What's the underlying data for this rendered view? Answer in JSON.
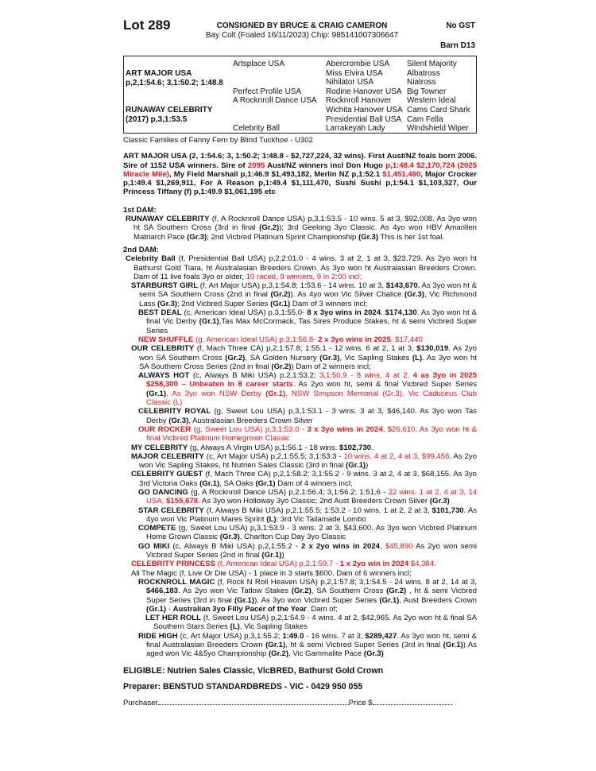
{
  "header": {
    "lot": "Lot 289",
    "consigned": "CONSIGNED BY BRUCE & CRAIG CAMERON",
    "gst": "No GST",
    "chip_line": "Bay Colt (Foaled 16/11/2023) Chip: 985141007306647",
    "barn": "Barn D13"
  },
  "pedigree": {
    "sire": "ART MAJOR USA",
    "sire_record": "p,2,1:54.6; 3,1:50.2; 1:48.8",
    "dam": "RUNAWAY CELEBRITY",
    "dam_record": "(2017) p,3,1:53.5",
    "gen2": [
      "Artsplace USA",
      "Perfect Profile USA",
      "A Rocknroll Dance USA",
      "Celebrity Ball"
    ],
    "gen3": [
      "Abercrombie USA",
      "Miss Elvira USA",
      "Nihilator USA",
      "Rodine Hanover USA",
      "Rocknroll Hanover",
      "Wichita Hanover USA",
      "Presidential Ball USA",
      "Larrakeyah Lady"
    ],
    "gen4": [
      "Silent Majority",
      "Albatross",
      "Niatross",
      "Big Towner",
      "Western Ideal",
      "Cams Card Shark",
      "Cam Fella",
      "Windshield Wiper"
    ]
  },
  "family": "Classic Families of Fanny Fern by Blind Tuckhoe - U302",
  "sire_para": {
    "lvl": -1,
    "segs": [
      [
        "ART MAJOR USA (2, 1:54.6; 3, 1:50.2; 1:48.8 - $2,727,224, 32 wins). First Aust/NZ foals born 2006. Sire of 1152 USA winners. Sire of ",
        "b"
      ],
      [
        "2095",
        "br"
      ],
      [
        " Aust/NZ winners incl Don Hugo ",
        "b"
      ],
      [
        "p,1:48.4 $2,170,724 (2025 Miracle Mile)",
        "br"
      ],
      [
        ", My Field Marshall p,1:46.9 $1,493,182, Merlin NZ p,1:52.1 ",
        "b"
      ],
      [
        "$1,451,460",
        "br"
      ],
      [
        ", Major Crocker p,1:49.4 $1,269,911, For A Reason p,1:49.4 $1,111,470, Sushi Sushi p,1:54.1 $1,103,327, Our Princess Tiffany (f) p,1:49.9 $1,061,195 etc",
        "b"
      ]
    ]
  },
  "first_dam": {
    "heading": "1st DAM:",
    "entries": [
      {
        "lvl": 0,
        "segs": [
          [
            "RUNAWAY CELEBRITY",
            "b"
          ],
          [
            " (f, A Rocknroll Dance USA) p,3,1:53.5 - 10 wins. 5 at 3, $92,008. As 3yo won ht SA Southern Cross (3rd in final ",
            ""
          ],
          [
            "(Gr.2)",
            "b"
          ],
          [
            "); 3rd Geelong 3yo Classic. As 4yo won HBV Amarillen Matriarch Pace ",
            ""
          ],
          [
            "(Gr.3)",
            "b"
          ],
          [
            "; 2nd Vicbred Platinum Sprint Championship ",
            ""
          ],
          [
            "(Gr.3)",
            "b"
          ],
          [
            " This is her 1st foal.",
            ""
          ]
        ]
      }
    ]
  },
  "second_dam": {
    "heading": "2nd DAM:",
    "entries": [
      {
        "lvl": 0,
        "segs": [
          [
            "Celebrity Ball",
            "b"
          ],
          [
            " (f, Presidential Ball USA) p,2,2:01.0 - 4 wins. 3 at 2, 1 at 3, $23,729. As 2yo won ht Bathurst Gold Tiara, ht Australasian Breeders Crown. As 3yo won ht Australasian Breeders Crown. Dam of 11 live foals 3yo or older, ",
            ""
          ],
          [
            "10 raced, 9 winners, 9 in 2:00 incl;",
            "r"
          ]
        ]
      },
      {
        "lvl": 1,
        "segs": [
          [
            "STARBURST GIRL",
            "b"
          ],
          [
            " (f, Art Major USA) p,3,1:54.8; 1:53.6 - 14 wins. 10 at 3, ",
            ""
          ],
          [
            "$143,670.",
            "b"
          ],
          [
            " As 3yo won ht & semi SA Southern Cross (2nd in final ",
            ""
          ],
          [
            "(Gr.2)",
            "b"
          ],
          [
            "). As 4yo won Vic Silver Chalice ",
            ""
          ],
          [
            "(Gr.3)",
            "b"
          ],
          [
            ", Vic Richmond Lass ",
            ""
          ],
          [
            "(Gr.3)",
            "b"
          ],
          [
            "; 2nd Vicbred Super Series ",
            ""
          ],
          [
            "(Gr.1)",
            "b"
          ],
          [
            "  Dam of 3 winners incl;",
            ""
          ]
        ]
      },
      {
        "lvl": 2,
        "segs": [
          [
            "BEST DEAL",
            "b"
          ],
          [
            " (c, American Ideal USA) p,3,1:55.0- ",
            ""
          ],
          [
            "8 x 3yo wins in 2024",
            "b"
          ],
          [
            ". ",
            ""
          ],
          [
            "$174,130",
            "b"
          ],
          [
            ". As 3yo won ht & final Vic Derby ",
            ""
          ],
          [
            "(Gr.1)",
            "b"
          ],
          [
            ",Tas Max McCormack, Tas Sires Produce Stakes, ht & semi Vicbred Super Series",
            ""
          ]
        ]
      },
      {
        "lvl": 2,
        "segs": [
          [
            "NEW SHUFFLE",
            "br"
          ],
          [
            " (g, American Ideal USA) p,3,1:56.8- ",
            "r"
          ],
          [
            "2 x 3yo wins in 2025",
            "br"
          ],
          [
            ". $17,440",
            "r"
          ]
        ]
      },
      {
        "lvl": 1,
        "segs": [
          [
            "OUR CELEBRITY",
            "b"
          ],
          [
            " (f, Mach Three CA) p,2,1:57.8; 1:55.1 - 12 wins. 6 at 2, 1 at 3, ",
            ""
          ],
          [
            "$130,019",
            "b"
          ],
          [
            ". As 2yo won SA Southern Cross ",
            ""
          ],
          [
            "(Gr.2)",
            "b"
          ],
          [
            ", SA Golden Nursery ",
            ""
          ],
          [
            "(Gr.3)",
            "b"
          ],
          [
            ", Vic Sapling Stakes ",
            ""
          ],
          [
            "(L)",
            "b"
          ],
          [
            ". As 3yo won ht SA Southern Cross Series (2nd in final ",
            ""
          ],
          [
            "(Gr.2)",
            "b"
          ],
          [
            ")  Dam of 2 winners incl;",
            ""
          ]
        ]
      },
      {
        "lvl": 2,
        "segs": [
          [
            "ALWAYS HOT",
            "b"
          ],
          [
            " (c, Always B Miki USA) p,2,1:53.2; ",
            ""
          ],
          [
            "3,1:50.9 - 8 wins, 4 at 2, ",
            "r"
          ],
          [
            "4 as 3yo in 2025 $258,300 – Unbeaten in 8 career starts",
            "br"
          ],
          [
            ". As 2yo won ht, semi & final Vicbred Super Series ",
            ""
          ],
          [
            "(Gr.1)",
            "b"
          ],
          [
            ". ",
            ""
          ],
          [
            "As 3yo won NSW Derby ",
            "r"
          ],
          [
            "(Gr.1)",
            "br"
          ],
          [
            ", NSW Simpson Memorial (Gr.3), Vic Caduceus Club Classic (L)",
            "r"
          ]
        ]
      },
      {
        "lvl": 2,
        "segs": [
          [
            "CELEBRITY ROYAL",
            "b"
          ],
          [
            " (g, Sweet Lou USA) p,3,1:53.1 - 3 wins. 3 at 3, $46,140. As 3yo won Tas Derby ",
            ""
          ],
          [
            "(Gr.3)",
            "b"
          ],
          [
            ", Australasian Breeders Crown Silver",
            ""
          ]
        ]
      },
      {
        "lvl": 2,
        "segs": [
          [
            "OUR ROCKER",
            "br"
          ],
          [
            " (g, Sweet Lou USA) p,3,1:53.0 - ",
            "r"
          ],
          [
            "3 x 3yo wins in 2024",
            "br"
          ],
          [
            ", $26,610. As 3yo won ht & final Vicbred Platinum Homegrown Classic",
            "r"
          ]
        ]
      },
      {
        "lvl": 1,
        "segs": [
          [
            "MY CELEBRITY",
            "b"
          ],
          [
            " (g, Always A Virgin USA) p,1:56.1 - 18 wins. ",
            ""
          ],
          [
            "$102,730",
            "b"
          ],
          [
            ".",
            ""
          ]
        ]
      },
      {
        "lvl": 1,
        "segs": [
          [
            "MAJOR CELEBRITY",
            "b"
          ],
          [
            " (c, Art Major USA) p,2,1:55.5; 3,1:53.3 - ",
            ""
          ],
          [
            "10 wins. 4 at 2, 4 at 3, $99,456",
            "r"
          ],
          [
            ". As 2yo won Vic Sapling Stakes, ht Nutrien Sales Classic (3rd in final ",
            ""
          ],
          [
            "(Gr.1)",
            "b"
          ],
          [
            ")",
            ""
          ]
        ]
      },
      {
        "lvl": 1,
        "segs": [
          [
            "CELEBRITY GUEST",
            "b"
          ],
          [
            " (f, Mach Three CA) p,2,1:58.2; 3,1:55.2 - 9 wins. 3 at 2, 4 at 3, $68,155. As 3yo 3rd Victoria Oaks ",
            ""
          ],
          [
            "(Gr.1)",
            "b"
          ],
          [
            ", SA Oaks ",
            ""
          ],
          [
            "(Gr.1)",
            "b"
          ],
          [
            "  Dam of 4 winners incl;",
            ""
          ]
        ]
      },
      {
        "lvl": 2,
        "segs": [
          [
            "GO DANCING",
            "b"
          ],
          [
            " (g, A Rocknroll Dance USA) p,2,1:56.4; 3,1:56.2; 1:51.6 - ",
            ""
          ],
          [
            "22 wins. 1 at 2, 4 at 3, 14 USA, ",
            "r"
          ],
          [
            "$155,678",
            "br"
          ],
          [
            ". As 3yo won Holloway 3yo Classic; 2nd Aust Breeders Crown Silver ",
            ""
          ],
          [
            "(Gr.3)",
            "b"
          ]
        ]
      },
      {
        "lvl": 2,
        "segs": [
          [
            "STAR CELEBRITY",
            "b"
          ],
          [
            " (f, Always B Miki USA) p,2,1:55.5; 1:53.2 - 10 wins. 1 at 2, 2 at 3, ",
            ""
          ],
          [
            "$101,730",
            "b"
          ],
          [
            ". As 4yo won Vic Platinum Mares Sprint ",
            ""
          ],
          [
            "(L)",
            "b"
          ],
          [
            "; 3rd Vic Tailamade Lombo",
            ""
          ]
        ]
      },
      {
        "lvl": 2,
        "segs": [
          [
            "COMPETE",
            "b"
          ],
          [
            " (g, Sweet Lou USA) p,3,1:53.9 - 3 wins. 2 at 3, $43,600. As 3yo won Vicbred Platinum Home Grown Classic ",
            ""
          ],
          [
            "(Gr.3)",
            "b"
          ],
          [
            ", Charlton Cup Day 3yo Classic",
            ""
          ]
        ]
      },
      {
        "lvl": 2,
        "segs": [
          [
            "GO MIKI",
            "b"
          ],
          [
            " (c, Always B Miki USA) p,2,1:55.2 - ",
            ""
          ],
          [
            "2 x 2yo wins in 2024",
            "b"
          ],
          [
            ", ",
            ""
          ],
          [
            "$45,890",
            "r"
          ],
          [
            " As 2yo won semi Vicbred Super Series (2nd in final ",
            ""
          ],
          [
            "(Gr.1)",
            "b"
          ],
          [
            ")",
            ""
          ]
        ]
      },
      {
        "lvl": 1,
        "segs": [
          [
            "CELEBRITY PRINCESS",
            "br"
          ],
          [
            " (f, American Ideal USA) p,2,1:59.7 - ",
            "r"
          ],
          [
            "1 x 2yo win in 2024",
            "br"
          ],
          [
            " $4,384.",
            "r"
          ]
        ]
      },
      {
        "lvl": 1,
        "segs": [
          [
            "All The Magic (f, Live Or Die USA) - 1 place in 3 starts $600. Dam of 6 winners incl;",
            ""
          ]
        ]
      },
      {
        "lvl": 2,
        "segs": [
          [
            "ROCKNROLL MAGIC",
            "b"
          ],
          [
            " (f, Rock N Roll Heaven USA) p,2,1:57.8; 3,1:54.5 - 24 wins. 8 at 2, 14 at 3, ",
            ""
          ],
          [
            "$466,183",
            "b"
          ],
          [
            ". As 2yo won Vic Tatlow Stakes ",
            ""
          ],
          [
            "(Gr.2)",
            "b"
          ],
          [
            ", SA Southern Cross ",
            ""
          ],
          [
            "(Gr.2)",
            "b"
          ],
          [
            " , ht & semi Vicbred Super Series (3rd in final ",
            ""
          ],
          [
            "(Gr.1)",
            "b"
          ],
          [
            "). As 3yo won Vicbred Super Series ",
            ""
          ],
          [
            "(Gr.1)",
            "b"
          ],
          [
            ", Aust Breeders Crown ",
            ""
          ],
          [
            "(Gr.1)",
            "b"
          ],
          [
            " - ",
            ""
          ],
          [
            "Australian 3yo Filly Pacer of the Year",
            "b"
          ],
          [
            ". Dam of;",
            ""
          ]
        ]
      },
      {
        "lvl": 3,
        "segs": [
          [
            "LET HER ROLL",
            "b"
          ],
          [
            " (f, Sweet Lou USA) p,2,1:54.9 - 4 wins. 4 at 2, $42,965. As 2yo won ht & final SA Southern Stars Series ",
            ""
          ],
          [
            "(L)",
            "b"
          ],
          [
            ", Vic Sapling Stakes",
            ""
          ]
        ]
      },
      {
        "lvl": 2,
        "segs": [
          [
            "RIDE HIGH",
            "b"
          ],
          [
            " (c, Art Major USA) p,3,1:55.2; ",
            ""
          ],
          [
            "1:49.0",
            "b"
          ],
          [
            " - 16 wins. 7 at 3, ",
            ""
          ],
          [
            "$289,427",
            "b"
          ],
          [
            ". As 3yo won ht, semi & final Australasian Breeders Crown ",
            ""
          ],
          [
            "(Gr.1)",
            "b"
          ],
          [
            ", ht & semi Vicbred Super Series (3rd in final ",
            ""
          ],
          [
            "(Gr.1)",
            "b"
          ],
          [
            ") As aged won Vic 4&5yo Championship ",
            ""
          ],
          [
            "(Gr.2)",
            "b"
          ],
          [
            ", Vic Gammalite Pace ",
            ""
          ],
          [
            "(Gr.3)",
            "b"
          ]
        ]
      }
    ]
  },
  "eligible": "ELIGIBLE: Nutrien Sales Classic, VicBRED, Bathurst Gold Crown",
  "preparer": "Preparer: BENSTUD STANDARDBREDS - VIC - 0429 950 055",
  "purchaser_label": "Purchaser",
  "price_label": "Price $",
  "colors": {
    "highlight": "#e8141c",
    "text": "#111111"
  }
}
